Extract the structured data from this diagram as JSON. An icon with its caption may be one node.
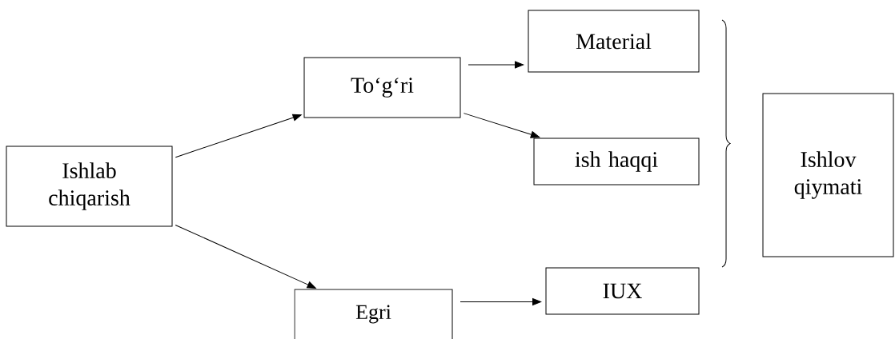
{
  "diagram": {
    "nodes": [
      {
        "text": [
          "Ishlab chiqarish"
        ]
      },
      {
        "text": [
          "To‘g‘ri"
        ]
      },
      {
        "text": [
          "Egri"
        ]
      },
      {
        "text": [
          "Material"
        ]
      },
      {
        "text": [
          "ish haqqi"
        ]
      },
      {
        "text": [
          "IUX"
        ]
      },
      {
        "text": [
          "Ishlov qiymati"
        ]
      }
    ],
    "edges": [
      {
        "from": 0,
        "to": 1,
        "arrow": "to"
      },
      {
        "from": 0,
        "to": 2,
        "arrow": "to"
      },
      {
        "from": 1,
        "to": 3,
        "arrow": "to"
      },
      {
        "from": 1,
        "to": 4,
        "arrow": "to"
      },
      {
        "from": 2,
        "to": 5,
        "arrow": "to"
      }
    ]
  }
}
